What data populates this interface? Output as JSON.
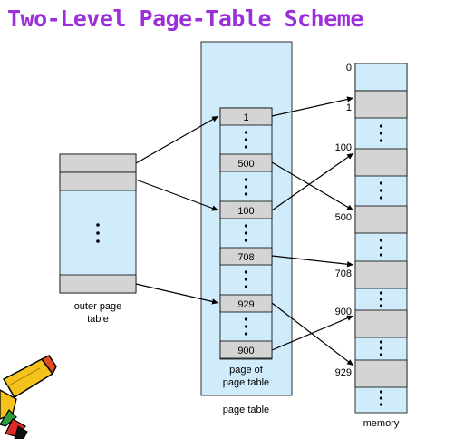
{
  "title": "Two-Level Page-Table Scheme",
  "colors": {
    "title": "#9b30d9",
    "table_fill": "#d0ecfa",
    "gray_fill": "#d4d4d4",
    "stroke": "#000000"
  },
  "diagram": {
    "outer_page_table_label": [
      "outer page",
      "table"
    ],
    "page_of_page_table_label": [
      "page of",
      "page table"
    ],
    "page_table_label": "page table",
    "memory_label": "memory",
    "page_table_entries": [
      "1",
      "500",
      "100",
      "708",
      "929",
      "900"
    ],
    "memory_labels": [
      "0",
      "1",
      "100",
      "500",
      "708",
      "900",
      "929"
    ]
  }
}
